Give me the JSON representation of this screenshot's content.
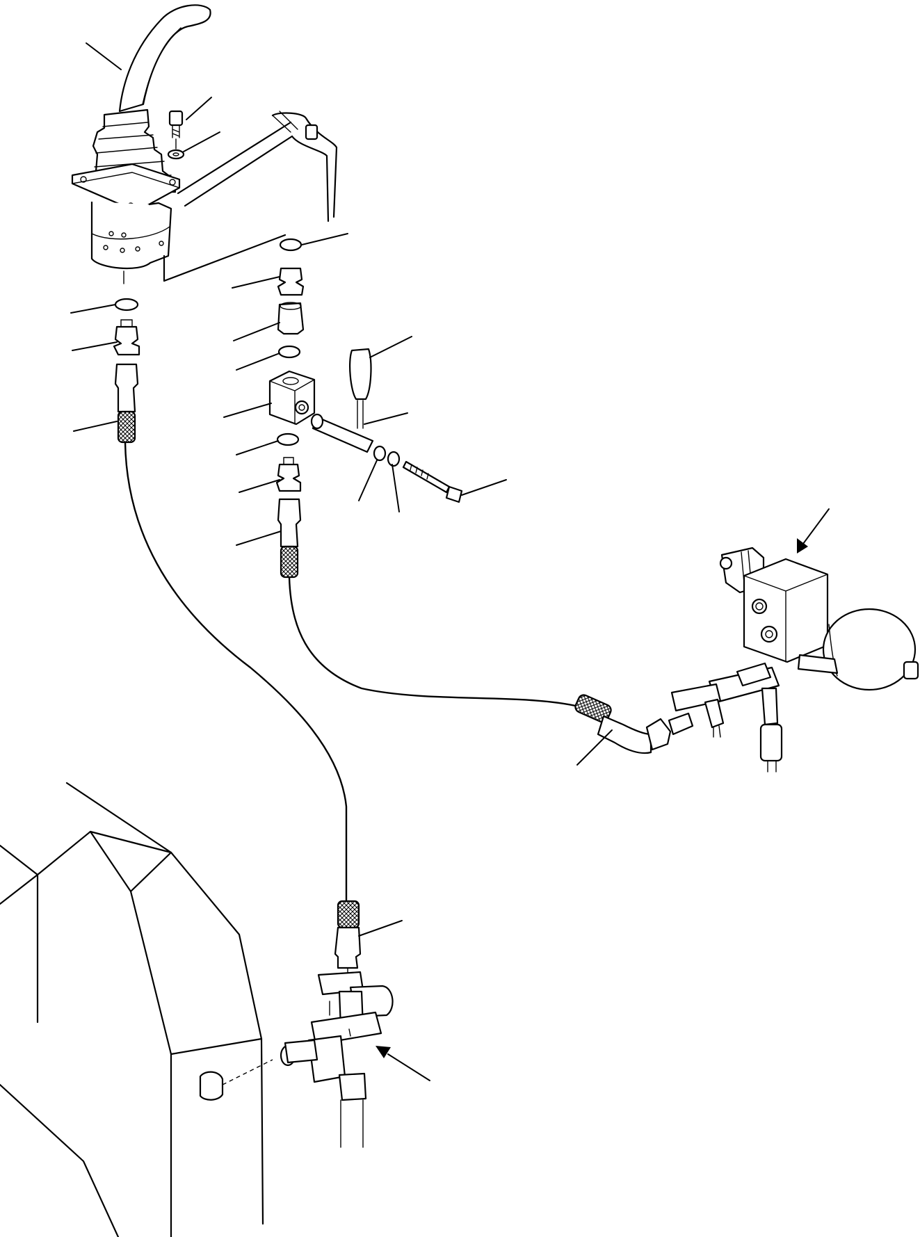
{
  "diagram": {
    "type": "exploded-parts-illustration",
    "labels": [],
    "callouts": [
      "joystick-lever",
      "cap-screw",
      "washer",
      "o-ring-top",
      "adapter-1",
      "coupling",
      "o-ring-2",
      "valve-block",
      "o-ring-3",
      "adapter-2",
      "hose-end-valve",
      "handle-grip",
      "handle-shaft",
      "washer-a",
      "washer-b",
      "bolt",
      "o-ring-left",
      "adapter-left",
      "hose-end-left",
      "arrow-accumulator",
      "elbow-hose-end",
      "hose-end-bottom",
      "arrow-tee-fitting"
    ]
  }
}
